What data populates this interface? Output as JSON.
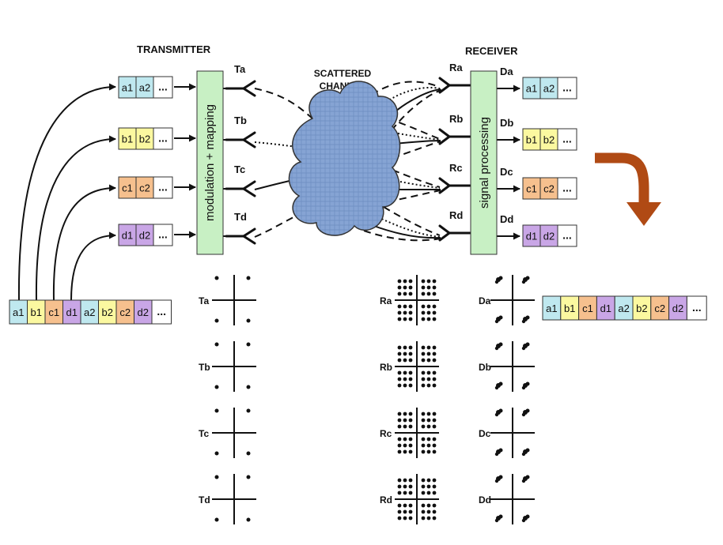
{
  "labels": {
    "transmitter": "TRANSMITTER",
    "receiver": "RECEIVER",
    "channel_line1": "SCATTERED",
    "channel_line2": "CHANNEL",
    "mod_block": "modulation + mapping",
    "sig_block": "signal processing"
  },
  "colors": {
    "a": "#bfe8ef",
    "b": "#fbf8a0",
    "c": "#f6c08e",
    "d": "#c9a6e6",
    "block": "#c8f0c4",
    "cloud": "#7f9ecf",
    "arrow": "#b04a14"
  },
  "streams": [
    {
      "key": "a",
      "c1": "a1",
      "c2": "a2",
      "tx": "Ta",
      "rx": "Ra",
      "out": "Da"
    },
    {
      "key": "b",
      "c1": "b1",
      "c2": "b2",
      "tx": "Tb",
      "rx": "Rb",
      "out": "Db"
    },
    {
      "key": "c",
      "c1": "c1",
      "c2": "c2",
      "tx": "Tc",
      "rx": "Rc",
      "out": "Dc"
    },
    {
      "key": "d",
      "c1": "d1",
      "c2": "d2",
      "tx": "Td",
      "rx": "Rd",
      "out": "Dd"
    }
  ],
  "ellipsis": "...",
  "serial": [
    {
      "text": "a1",
      "key": "a"
    },
    {
      "text": "b1",
      "key": "b"
    },
    {
      "text": "c1",
      "key": "c"
    },
    {
      "text": "d1",
      "key": "d"
    },
    {
      "text": "a2",
      "key": "a"
    },
    {
      "text": "b2",
      "key": "b"
    },
    {
      "text": "c2",
      "key": "c"
    },
    {
      "text": "d2",
      "key": "d"
    },
    {
      "text": "...",
      "key": "e"
    }
  ],
  "constellation_tx": [
    "Ta",
    "Tb",
    "Tc",
    "Td"
  ],
  "constellation_rx": [
    "Ra",
    "Rb",
    "Rc",
    "Rd"
  ],
  "constellation_out": [
    "Da",
    "Db",
    "Dc",
    "Dd"
  ]
}
